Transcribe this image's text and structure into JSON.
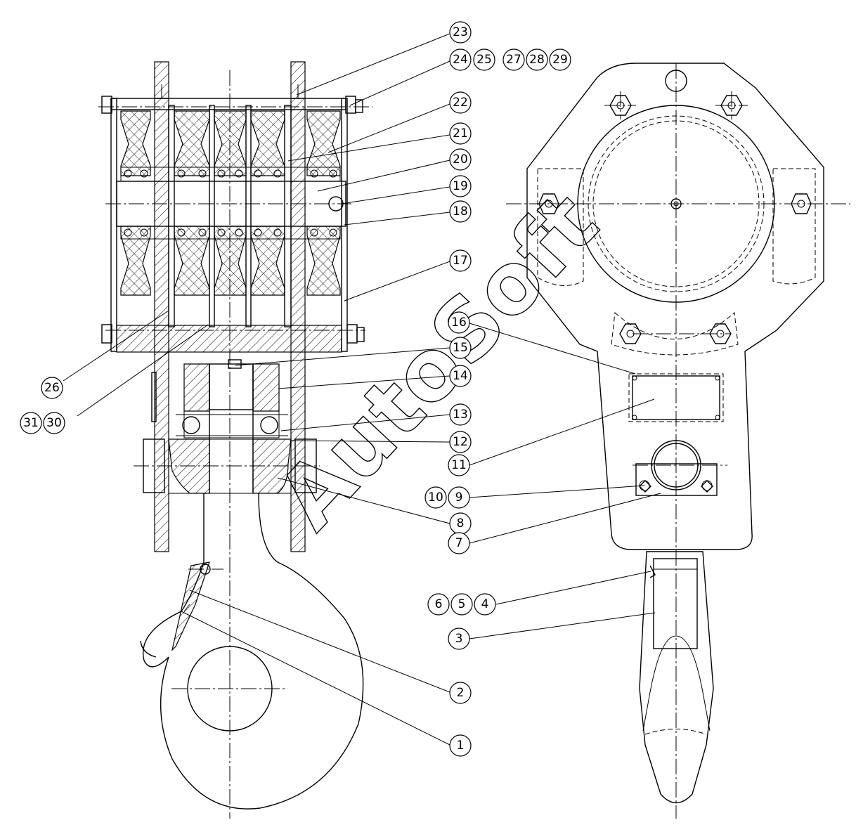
{
  "watermark": "AutoSoft",
  "callouts": [
    {
      "id": "c23",
      "label": "23"
    },
    {
      "id": "c24",
      "label": "24"
    },
    {
      "id": "c25",
      "label": "25"
    },
    {
      "id": "c27",
      "label": "27"
    },
    {
      "id": "c28",
      "label": "28"
    },
    {
      "id": "c29",
      "label": "29"
    },
    {
      "id": "c22",
      "label": "22"
    },
    {
      "id": "c21",
      "label": "21"
    },
    {
      "id": "c20",
      "label": "20"
    },
    {
      "id": "c19",
      "label": "19"
    },
    {
      "id": "c18",
      "label": "18"
    },
    {
      "id": "c17",
      "label": "17"
    },
    {
      "id": "c16",
      "label": "16"
    },
    {
      "id": "c15",
      "label": "15"
    },
    {
      "id": "c14",
      "label": "14"
    },
    {
      "id": "c13",
      "label": "13"
    },
    {
      "id": "c12",
      "label": "12"
    },
    {
      "id": "c11",
      "label": "11"
    },
    {
      "id": "c10",
      "label": "10"
    },
    {
      "id": "c9",
      "label": "9"
    },
    {
      "id": "c8",
      "label": "8"
    },
    {
      "id": "c7",
      "label": "7"
    },
    {
      "id": "c6",
      "label": "6"
    },
    {
      "id": "c5",
      "label": "5"
    },
    {
      "id": "c4",
      "label": "4"
    },
    {
      "id": "c3",
      "label": "3"
    },
    {
      "id": "c2",
      "label": "2"
    },
    {
      "id": "c1",
      "label": "1"
    },
    {
      "id": "c26",
      "label": "26"
    },
    {
      "id": "c31",
      "label": "31"
    },
    {
      "id": "c30",
      "label": "30"
    }
  ]
}
